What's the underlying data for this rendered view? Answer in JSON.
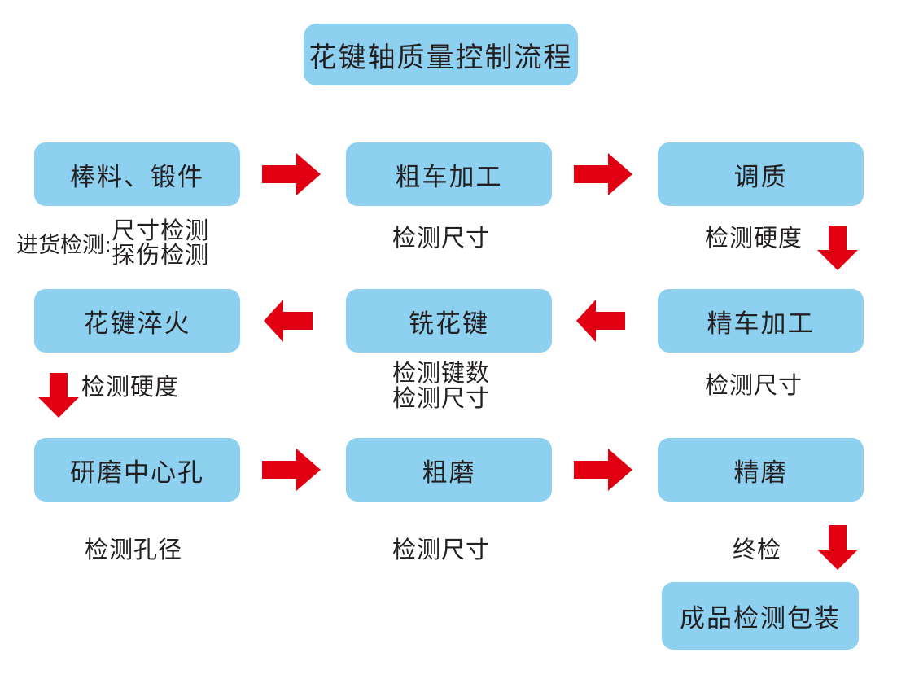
{
  "diagram": {
    "title": "花键轴质量控制流程",
    "accent_box_color": "#8ed0f0",
    "arrow_color": "#e00012",
    "text_color": "#231f20",
    "background_color": "#ffffff",
    "steps": [
      {
        "id": "step-1",
        "label": "棒料、锻件"
      },
      {
        "id": "step-2",
        "label": "粗车加工"
      },
      {
        "id": "step-3",
        "label": "调质"
      },
      {
        "id": "step-4",
        "label": "花键淬火"
      },
      {
        "id": "step-5",
        "label": "铣花键"
      },
      {
        "id": "step-6",
        "label": "精车加工"
      },
      {
        "id": "step-7",
        "label": "研磨中心孔"
      },
      {
        "id": "step-8",
        "label": "粗磨"
      },
      {
        "id": "step-9",
        "label": "精磨"
      },
      {
        "id": "step-10",
        "label": "成品检测包装"
      }
    ],
    "captions": {
      "incoming_lead": "进货检测:",
      "incoming_line1": "尺寸检测",
      "incoming_line2": "探伤检测",
      "rough_turning": "检测尺寸",
      "quench_temper": "检测硬度",
      "spline_quench": "检测硬度",
      "mill_spline_line1": "检测键数",
      "mill_spline_line2": "检测尺寸",
      "finish_turning": "检测尺寸",
      "center_hole": "检测孔径",
      "rough_grind": "检测尺寸",
      "final_inspection": "终检"
    },
    "arrows": [
      {
        "id": "arrow-1",
        "direction": "right",
        "from": "棒料、锻件",
        "to": "粗车加工"
      },
      {
        "id": "arrow-2",
        "direction": "right",
        "from": "粗车加工",
        "to": "调质"
      },
      {
        "id": "arrow-3",
        "direction": "down",
        "from": "调质",
        "to": "精车加工"
      },
      {
        "id": "arrow-4",
        "direction": "left",
        "from": "精车加工",
        "to": "铣花键"
      },
      {
        "id": "arrow-5",
        "direction": "left",
        "from": "铣花键",
        "to": "花键淬火"
      },
      {
        "id": "arrow-6",
        "direction": "down",
        "from": "花键淬火",
        "to": "研磨中心孔"
      },
      {
        "id": "arrow-7",
        "direction": "right",
        "from": "研磨中心孔",
        "to": "粗磨"
      },
      {
        "id": "arrow-8",
        "direction": "right",
        "from": "粗磨",
        "to": "精磨"
      },
      {
        "id": "arrow-9",
        "direction": "down",
        "from": "精磨",
        "to": "成品检测包装"
      }
    ]
  }
}
